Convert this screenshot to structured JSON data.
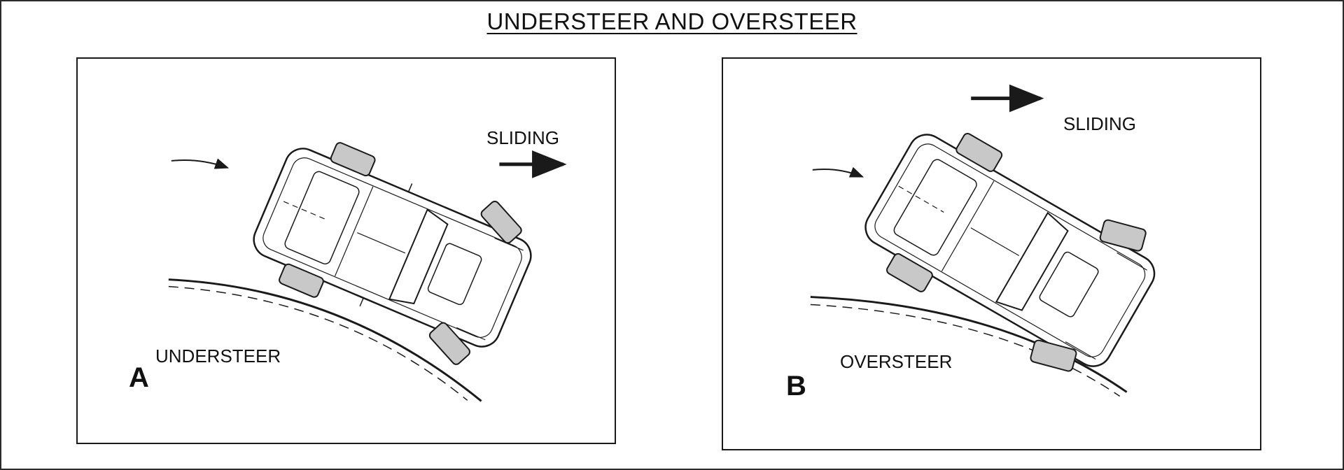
{
  "title": "UNDERSTEER AND OVERSTEER",
  "panels": [
    {
      "letter": "A",
      "caption": "UNDERSTEER",
      "motion_label": "SLIDING"
    },
    {
      "letter": "B",
      "caption": "OVERSTEER",
      "motion_label": "SLIDING"
    }
  ],
  "colors": {
    "line": "#1a1a1a",
    "tire": "#3a3a3a",
    "background": "#ffffff"
  }
}
